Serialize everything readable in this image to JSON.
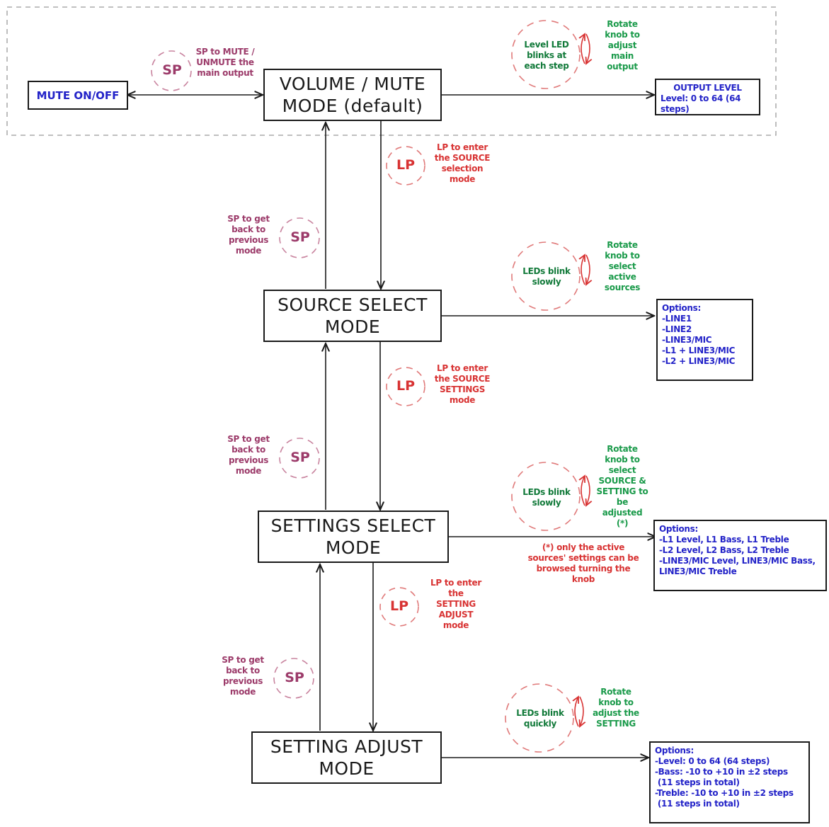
{
  "modes": {
    "volume": {
      "line1": "VOLUME / MUTE",
      "line2": "MODE (default)"
    },
    "source": {
      "line1": "SOURCE SELECT",
      "line2": "MODE"
    },
    "settings": {
      "line1": "SETTINGS SELECT",
      "line2": "MODE"
    },
    "adjust": {
      "line1": "SETTING ADJUST",
      "line2": "MODE"
    }
  },
  "mute_box": "MUTE ON/OFF",
  "badges": {
    "sp": "SP",
    "lp": "LP"
  },
  "sp_mute_note": [
    "SP to MUTE /",
    "UNMUTE the",
    "main output"
  ],
  "sp_back_note": [
    "SP to  get",
    "back to",
    "previous",
    "mode"
  ],
  "lp_notes": {
    "source": [
      "LP to enter",
      "the SOURCE",
      "selection",
      "mode"
    ],
    "settings": [
      "LP to enter",
      "the SOURCE",
      "SETTINGS",
      "mode"
    ],
    "adjust": [
      "LP to enter",
      "the",
      "SETTING",
      "ADJUST",
      "mode"
    ]
  },
  "led_notes": {
    "volume": [
      "Level LED",
      "blinks at",
      "each step"
    ],
    "source": [
      "LEDs blink",
      "slowly"
    ],
    "settings": [
      "LEDs blink",
      "slowly"
    ],
    "adjust": [
      "LEDs blink",
      "quickly"
    ]
  },
  "rotate_notes": {
    "volume": [
      "Rotate",
      "knob to",
      "adjust",
      "main",
      "output"
    ],
    "source": [
      "Rotate",
      "knob to",
      "select",
      "active",
      "sources"
    ],
    "settings": [
      "Rotate",
      "knob to",
      "select",
      "SOURCE &",
      "SETTING to",
      "be",
      "adjusted",
      "(*)"
    ],
    "adjust": [
      "Rotate",
      "knob to",
      "adjust the",
      "SETTING"
    ]
  },
  "footnote": [
    "(*) only the active",
    "sources' settings can be",
    "browsed turning the",
    "knob"
  ],
  "option_boxes": {
    "volume": [
      "OUTPUT LEVEL",
      "Level: 0 to 64 (64 steps)"
    ],
    "source": [
      "Options:",
      "-LINE1",
      "-LINE2",
      "-LINE3/MIC",
      "-L1 + LINE3/MIC",
      "-L2 + LINE3/MIC"
    ],
    "settings": [
      "Options:",
      "-L1 Level, L1 Bass, L1 Treble",
      "-L2 Level, L2 Bass, L2 Treble",
      "-LINE3/MIC Level, LINE3/MIC Bass,",
      "LINE3/MIC Treble"
    ],
    "adjust": [
      "Options:",
      "-Level: 0 to 64 (64 steps)",
      "-Bass: -10 to +10 in ±2 steps",
      " (11 steps in total)",
      "-Treble: -10 to +10 in ±2 steps",
      " (11 steps in total)"
    ]
  },
  "colors": {
    "box_text": "#2323c8",
    "lp": "#d83333",
    "sp": "#9c3b6a",
    "led": "#127a3a",
    "rotate": "#1a9a4a",
    "border": "#1a1a1a"
  }
}
